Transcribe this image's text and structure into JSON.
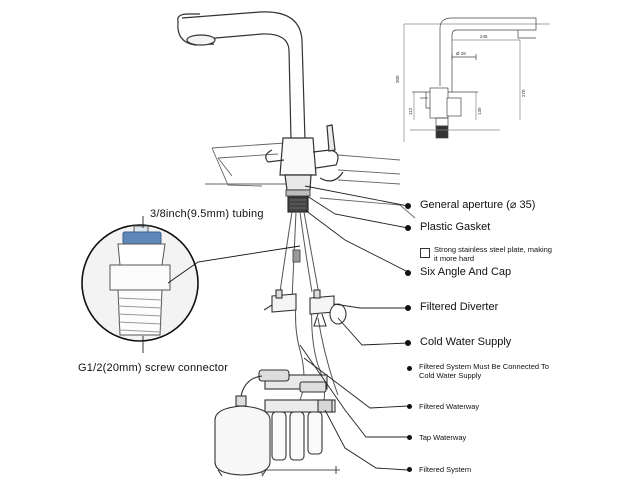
{
  "labels": {
    "general_aperture": "General aperture (⌀ 35)",
    "plastic_gasket": "Plastic Gasket",
    "steel_plate": "Strong stainless steel plate, making it more hard",
    "six_angle": "Six Angle And Cap",
    "filtered_diverter": "Filtered Diverter",
    "cold_water": "Cold Water Supply",
    "filtered_system_note": "Filtered System Must Be Connected To Cold Water Supply",
    "filtered_waterway": "Filtered Waterway",
    "tap_waterway": "Tap Waterway",
    "filtered_system": "Filtered System"
  },
  "connector": {
    "tubing": "3/8inch(9.5mm) tubing",
    "screw": "G1/2(20mm) screw connector"
  },
  "dimensions": {
    "d245": "245",
    "d28": "Ø 28",
    "d300": "300",
    "d270": "270",
    "d112": "112",
    "d130": "130"
  }
}
